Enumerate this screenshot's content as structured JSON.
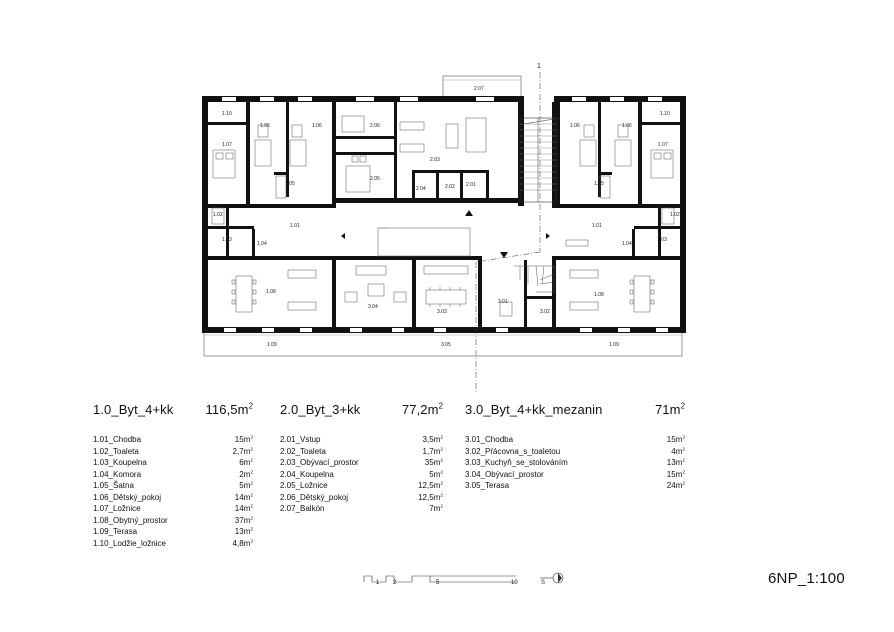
{
  "section_marker": "1",
  "rooms": {
    "r1_10_l": "1.10",
    "r1_06_l": "1.06",
    "r1_06_l2": "1.06",
    "r1_07_l": "1.07",
    "r1_05_l": "1.05",
    "r1_02_l": "1.02",
    "r1_01_l": "1.01",
    "r1_03_l": "1.03",
    "r1_04_l": "1.04",
    "r1_08_l": "1.08",
    "r1_09_l": "1.09",
    "r2_07": "2.07",
    "r2_06": "2.06",
    "r2_03": "2.03",
    "r2_05": "2.05",
    "r2_04": "2.04",
    "r2_02": "2.02",
    "r2_01": "2.01",
    "r3_04": "3.04",
    "r3_03": "3.03",
    "r3_01": "3.01",
    "r3_02": "3.02",
    "r3_05": "3.05",
    "r1_10_r": "1.10",
    "r1_06_r": "1.06",
    "r1_06_r2": "1.06",
    "r1_07_r": "1.07",
    "r1_05_r": "1.05",
    "r1_02_r": "1.02",
    "r1_01_r": "1.01",
    "r1_03_r": "1.03",
    "r1_04_r": "1.04",
    "r1_08_r": "1.08",
    "r1_09_r": "1.09"
  },
  "apartments": [
    {
      "title": "1.0_Byt_4+kk",
      "area": "116,5",
      "unit": "m",
      "unit_sup": "2",
      "rooms": [
        {
          "name": "1.01_Chodba",
          "area": "15m",
          "sup": "2"
        },
        {
          "name": "1.02_Toaleta",
          "area": "2,7m",
          "sup": "2"
        },
        {
          "name": "1.03_Koupelna",
          "area": "6m",
          "sup": "2"
        },
        {
          "name": "1.04_Komora",
          "area": "2m",
          "sup": "2"
        },
        {
          "name": "1.05_Šatna",
          "area": "5m",
          "sup": "2"
        },
        {
          "name": "1.06_Dětský_pokoj",
          "area": "14m",
          "sup": "2"
        },
        {
          "name": "1.07_Ložnice",
          "area": "14m",
          "sup": "2"
        },
        {
          "name": "1.08_Obytný_prostor",
          "area": "37m",
          "sup": "2"
        },
        {
          "name": "1.09_Terasa",
          "area": "13m",
          "sup": "2"
        },
        {
          "name": "1.10_Lodžie_ložnice",
          "area": "4,8m",
          "sup": "2"
        }
      ]
    },
    {
      "title": "2.0_Byt_3+kk",
      "area": "77,2",
      "unit": "m",
      "unit_sup": "2",
      "rooms": [
        {
          "name": "2.01_Vstup",
          "area": "3,5m",
          "sup": "2"
        },
        {
          "name": "2.02_Toaleta",
          "area": "1,7m",
          "sup": "2"
        },
        {
          "name": "2.03_Obývací_prostor",
          "area": "35m",
          "sup": "2"
        },
        {
          "name": "2.04_Koupelna",
          "area": "5m",
          "sup": "2"
        },
        {
          "name": "2.05_Ložnice",
          "area": "12,5m",
          "sup": "2"
        },
        {
          "name": "2.06_Dětský_pokoj",
          "area": "12,5m",
          "sup": "2"
        },
        {
          "name": "2.07_Balkón",
          "area": "7m",
          "sup": "2"
        }
      ]
    },
    {
      "title": "3.0_Byt_4+kk_mezanin",
      "area": "71",
      "unit": "m",
      "unit_sup": "2",
      "rooms": [
        {
          "name": "3.01_Chodba",
          "area": "15m",
          "sup": "2"
        },
        {
          "name": "3.02_Pŕácovna_s_toaletou",
          "area": "4m",
          "sup": "2"
        },
        {
          "name": "3.03_Kuchyň_se_stolováním",
          "area": "13m",
          "sup": "2"
        },
        {
          "name": "3.04_Obývací_prostor",
          "area": "15m",
          "sup": "2"
        },
        {
          "name": "3.05_Terasa",
          "area": "24m",
          "sup": "2"
        }
      ]
    }
  ],
  "scale_bar": {
    "labels": [
      "1",
      "2",
      "5",
      "10"
    ]
  },
  "north_label": "S",
  "sheet_label": "6NP_1:100"
}
